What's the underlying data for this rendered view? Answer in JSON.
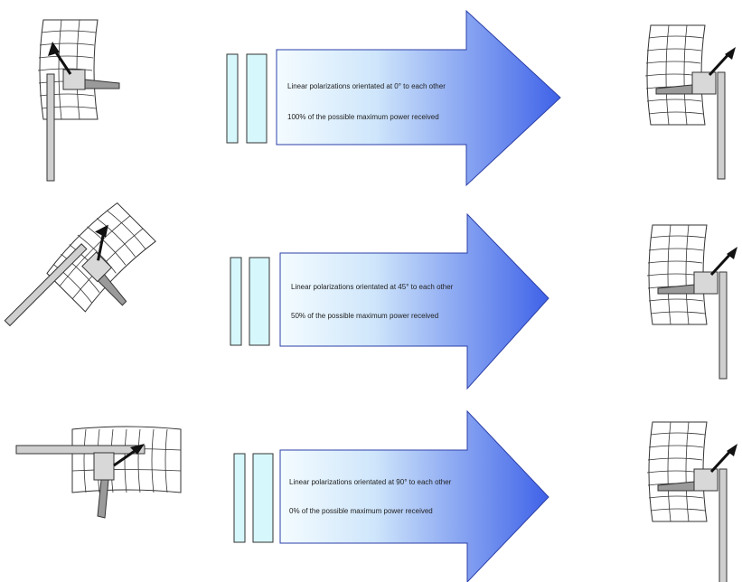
{
  "rows": [
    {
      "orientation_text": "Linear polarizations orientated at 0° to each other",
      "power_text": "100% of the possible maximum power received",
      "left_antenna_rotation_deg": 0,
      "power_fraction": 1.0
    },
    {
      "orientation_text": "Linear polarizations orientated at 45° to each other",
      "power_text": "50% of the possible maximum power received",
      "left_antenna_rotation_deg": 45,
      "power_fraction": 0.5
    },
    {
      "orientation_text": "Linear polarizations orientated at 90° to each other",
      "power_text": "0% of the possible maximum power received",
      "left_antenna_rotation_deg": 90,
      "power_fraction": 0.0
    }
  ],
  "colors": {
    "arrow_light": "#f4fcff",
    "arrow_dark": "#3f62e8",
    "bar_fill": "#d6f7fb",
    "antenna_gray": "#cfcfcf"
  }
}
